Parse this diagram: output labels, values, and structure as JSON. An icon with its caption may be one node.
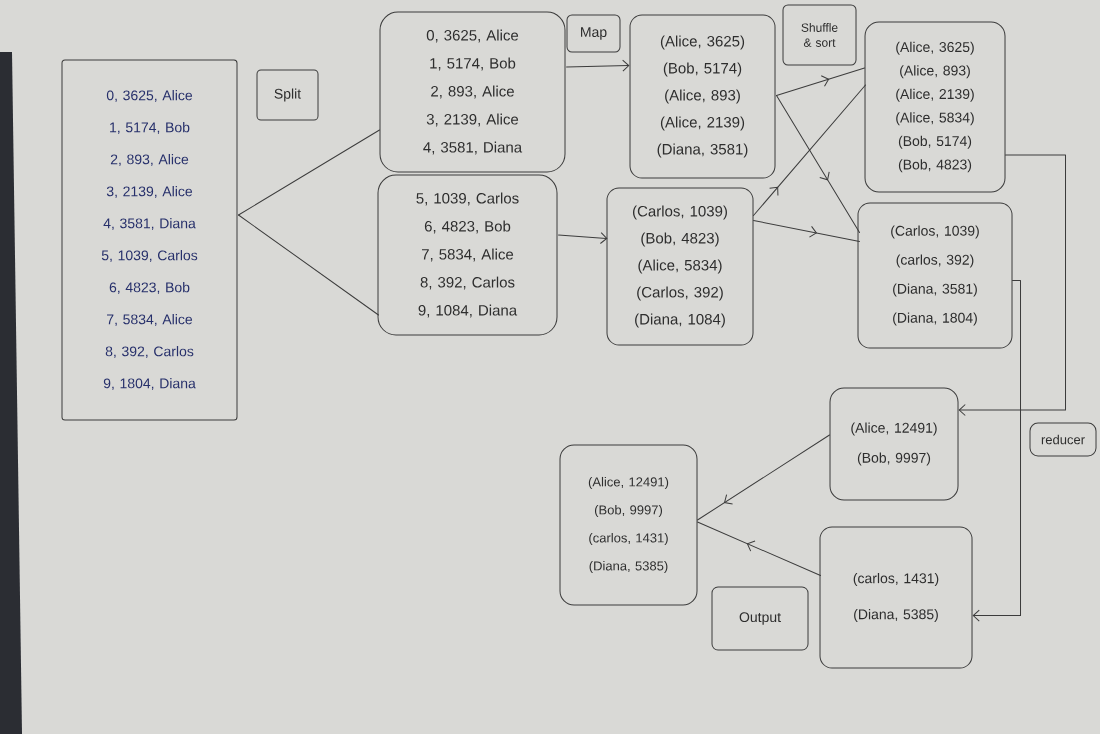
{
  "diagram": {
    "nodes": [
      {
        "text": [
          "0, 3625, Alice",
          "1, 5174, Bob",
          "2, 893, Alice",
          "3, 2139, Alice",
          "4, 3581, Diana",
          "5, 1039, Carlos",
          "6, 4823, Bob",
          "7, 5834, Alice",
          "8, 392, Carlos",
          "9, 1804, Diana"
        ]
      },
      {
        "text": [
          "Split"
        ]
      },
      {
        "text": [
          "0, 3625, Alice",
          "1, 5174, Bob",
          "2, 893, Alice",
          "3, 2139, Alice",
          "4, 3581, Diana"
        ]
      },
      {
        "text": [
          "5, 1039, Carlos",
          "6, 4823, Bob",
          "7, 5834, Alice",
          "8, 392, Carlos",
          "9, 1084, Diana"
        ]
      },
      {
        "text": [
          "Map"
        ]
      },
      {
        "text": [
          "(Alice, 3625)",
          "(Bob, 5174)",
          "(Alice, 893)",
          "(Alice, 2139)",
          "(Diana, 3581)"
        ]
      },
      {
        "text": [
          "(Carlos, 1039)",
          "(Bob, 4823)",
          "(Alice, 5834)",
          "(Carlos, 392)",
          "(Diana, 1084)"
        ]
      },
      {
        "text": [
          "Shuffle & sort"
        ]
      },
      {
        "text": [
          "(Alice, 3625)",
          "(Alice, 893)",
          "(Alice, 2139)",
          "(Alice, 5834)",
          "(Bob, 5174)",
          "(Bob, 4823)"
        ]
      },
      {
        "text": [
          "(Carlos, 1039)",
          "(carlos, 392)",
          "(Diana, 3581)",
          "(Diana, 1804)"
        ]
      },
      {
        "text": [
          "reducer"
        ]
      },
      {
        "text": [
          "(Alice, 12491)",
          "(Bob, 9997)"
        ]
      },
      {
        "text": [
          "(carlos, 1431)",
          "(Diana, 5385)"
        ]
      },
      {
        "text": [
          "(Alice, 12491)",
          "(Bob, 9997)",
          "(carlos, 1431)",
          "(Diana, 5385)"
        ]
      },
      {
        "text": [
          "Output"
        ]
      }
    ],
    "edges": [
      {
        "from": 0,
        "to": 2,
        "arrow": "none"
      },
      {
        "from": 0,
        "to": 3,
        "arrow": "none"
      },
      {
        "from": 2,
        "to": 5,
        "arrow": "to"
      },
      {
        "from": 3,
        "to": 6,
        "arrow": "to"
      },
      {
        "from": 5,
        "to": 8,
        "arrow": "to"
      },
      {
        "from": 5,
        "to": 9,
        "arrow": "to"
      },
      {
        "from": 6,
        "to": 8,
        "arrow": "to"
      },
      {
        "from": 6,
        "to": 9,
        "arrow": "to"
      },
      {
        "from": 8,
        "to": 11,
        "arrow": "to"
      },
      {
        "from": 9,
        "to": 12,
        "arrow": "to"
      },
      {
        "from": 11,
        "to": 13,
        "arrow": "to"
      },
      {
        "from": 12,
        "to": 13,
        "arrow": "to"
      }
    ]
  }
}
